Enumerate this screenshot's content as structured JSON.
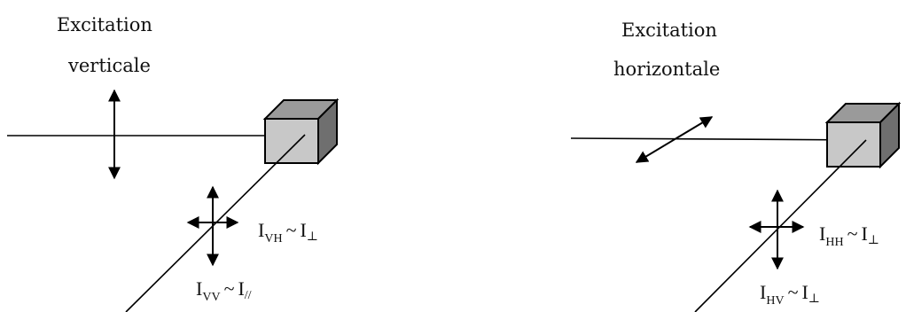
{
  "left": {
    "title_line1": "Excitation",
    "title_line2": "verticale",
    "label_top": {
      "base": "I",
      "sub": "VH",
      "rel": "~",
      "rhs_base": "I",
      "rhs_sub": "⊥"
    },
    "label_bottom": {
      "base": "I",
      "sub": "VV",
      "rel": "~",
      "rhs_base": "I",
      "rhs_sub": "//"
    }
  },
  "right": {
    "title_line1": "Excitation",
    "title_line2": "horizontale",
    "label_top": {
      "base": "I",
      "sub": "HH",
      "rel": "~",
      "rhs_base": "I",
      "rhs_sub": "⊥"
    },
    "label_bottom": {
      "base": "I",
      "sub": "HV",
      "rel": "~",
      "rhs_base": "I",
      "rhs_sub": "⊥"
    }
  },
  "colors": {
    "line": "#000000",
    "cube_front": "#c8c8c8",
    "cube_top": "#9a9a9a",
    "cube_side": "#707070"
  }
}
